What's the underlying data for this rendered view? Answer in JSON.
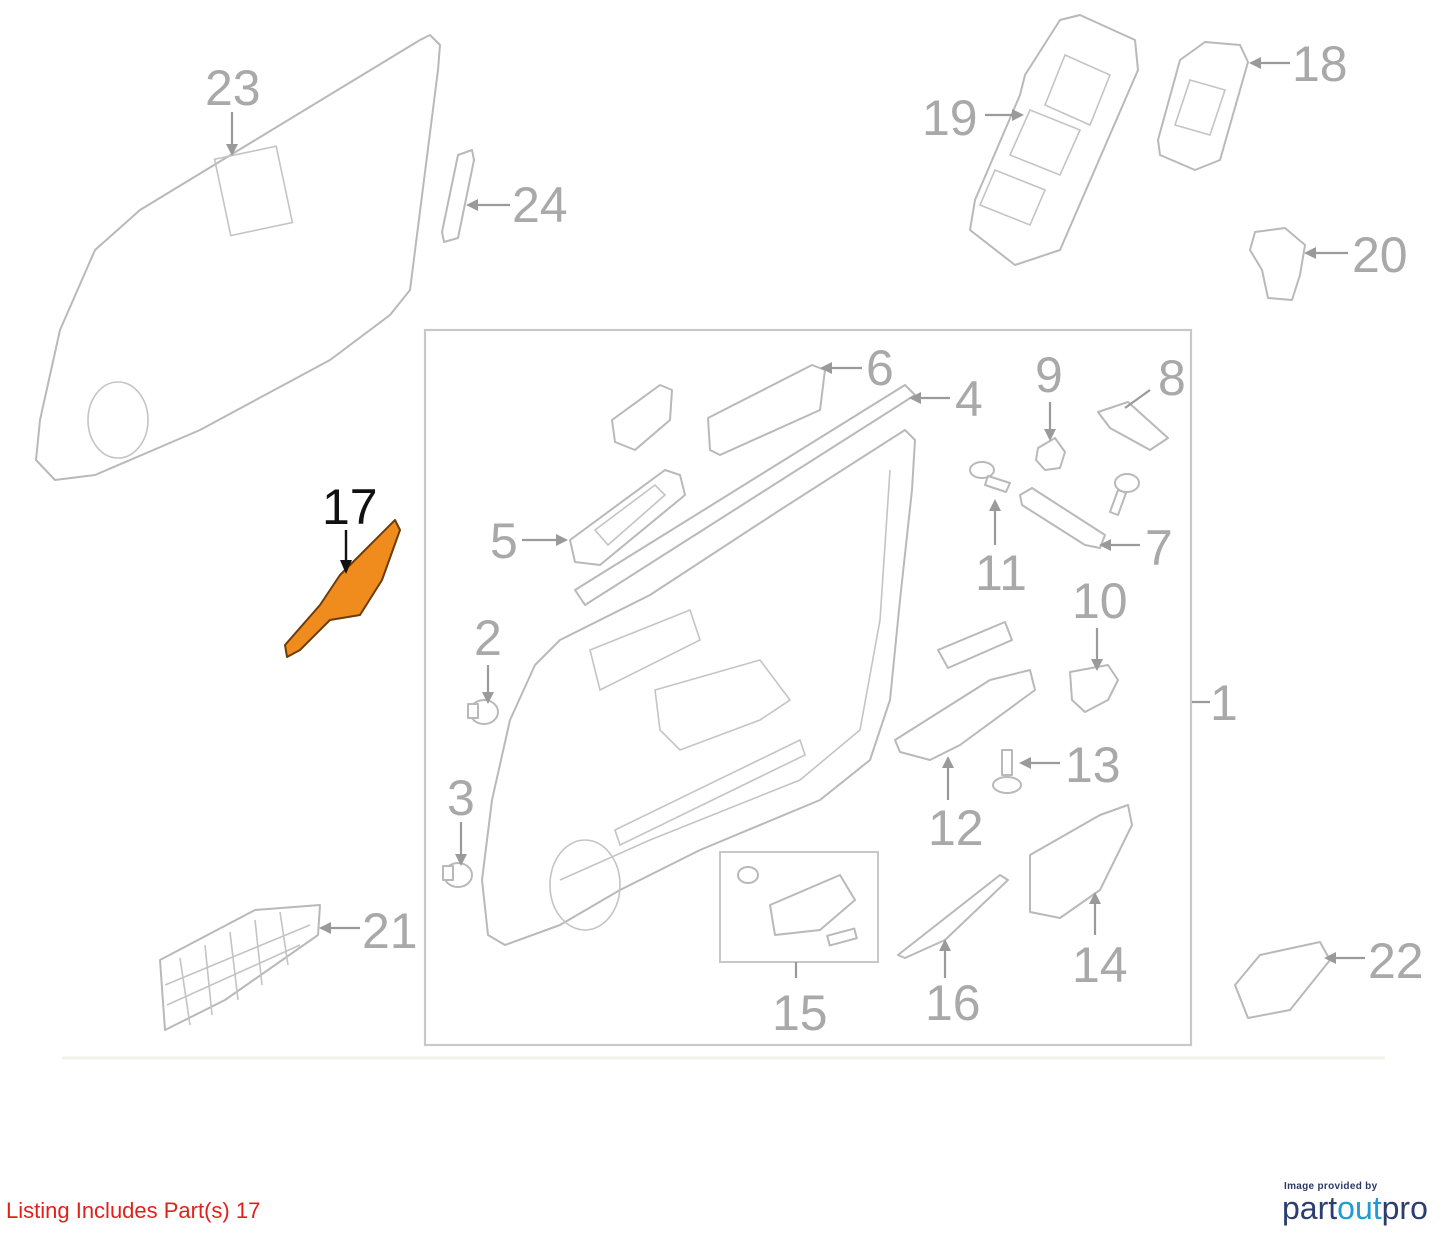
{
  "diagram": {
    "callouts": [
      "1",
      "2",
      "3",
      "4",
      "5",
      "6",
      "7",
      "8",
      "9",
      "10",
      "11",
      "12",
      "13",
      "14",
      "15",
      "16",
      "17",
      "18",
      "19",
      "20",
      "21",
      "22",
      "23",
      "24"
    ],
    "highlighted_part": "17",
    "highlight_color": "#f08c1e",
    "line_color": "#b9b9b9"
  },
  "footer": {
    "listing_text": "Listing Includes Part(s) 17",
    "listing_color": "#e0211b",
    "credit_text": "Image provided by",
    "logo_part1": "part",
    "logo_part2": "out",
    "logo_part3": "pro"
  }
}
